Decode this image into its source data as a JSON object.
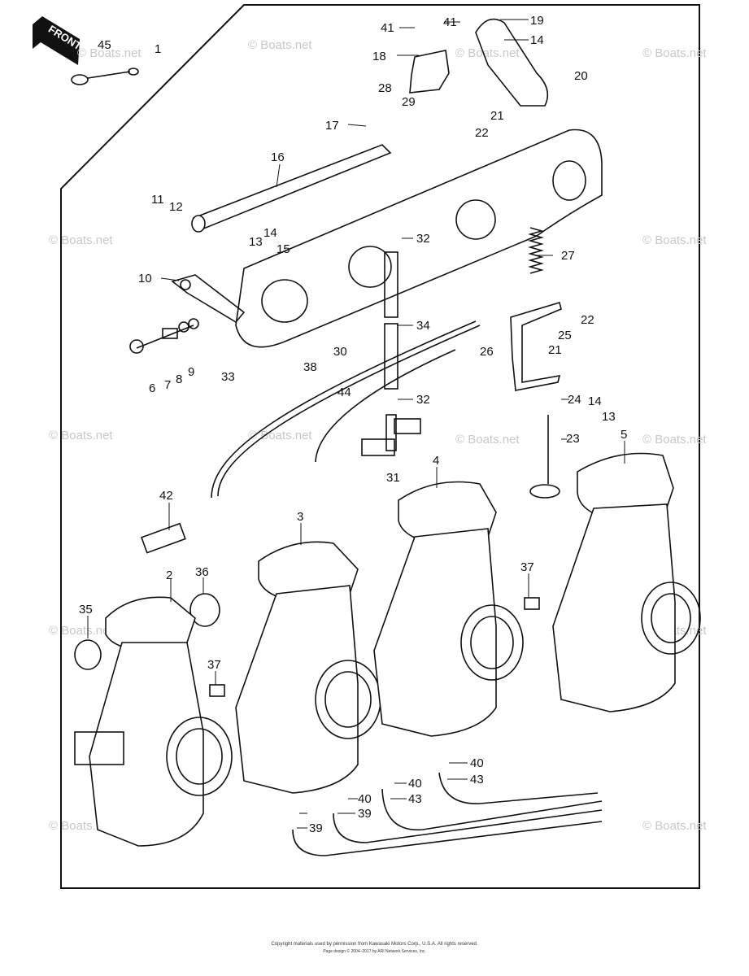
{
  "front_badge": "FRONT",
  "watermark": "© Boats.net",
  "callouts": [
    "45",
    "1",
    "41",
    "41",
    "19",
    "14",
    "18",
    "20",
    "28",
    "29",
    "21",
    "22",
    "17",
    "16",
    "11",
    "12",
    "13",
    "14",
    "15",
    "32",
    "27",
    "10",
    "34",
    "22",
    "25",
    "26",
    "21",
    "6",
    "7",
    "8",
    "9",
    "33",
    "30",
    "38",
    "44",
    "32",
    "24",
    "14",
    "13",
    "23",
    "31",
    "5",
    "4",
    "42",
    "3",
    "2",
    "36",
    "35",
    "37",
    "37",
    "40",
    "43",
    "40",
    "43",
    "40",
    "39",
    "39"
  ],
  "copyright_line1": "Copyright materials used by permission from Kawasaki Motors Corp., U.S.A. All rights reserved.",
  "copyright_line2": "Page design © 2004–2017 by ARI Network Services, Inc."
}
